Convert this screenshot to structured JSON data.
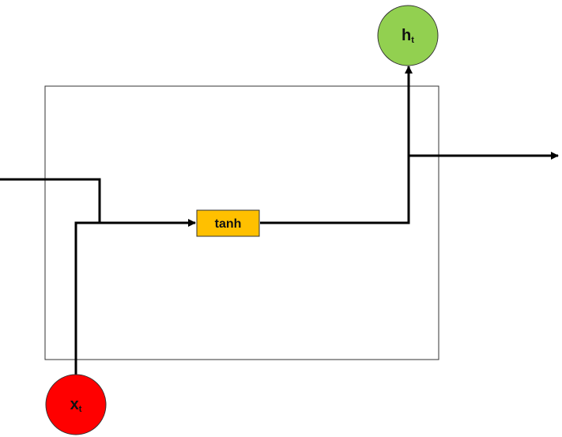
{
  "diagram": {
    "nodes": {
      "output": {
        "main": "h",
        "sub": "t",
        "color": "#92d050"
      },
      "input": {
        "main": "x",
        "sub": "t",
        "color": "#ff0000"
      },
      "activation": {
        "label": "tanh",
        "color": "#ffc000"
      }
    },
    "cell_border_color": "#333333",
    "line_color": "#000000"
  }
}
